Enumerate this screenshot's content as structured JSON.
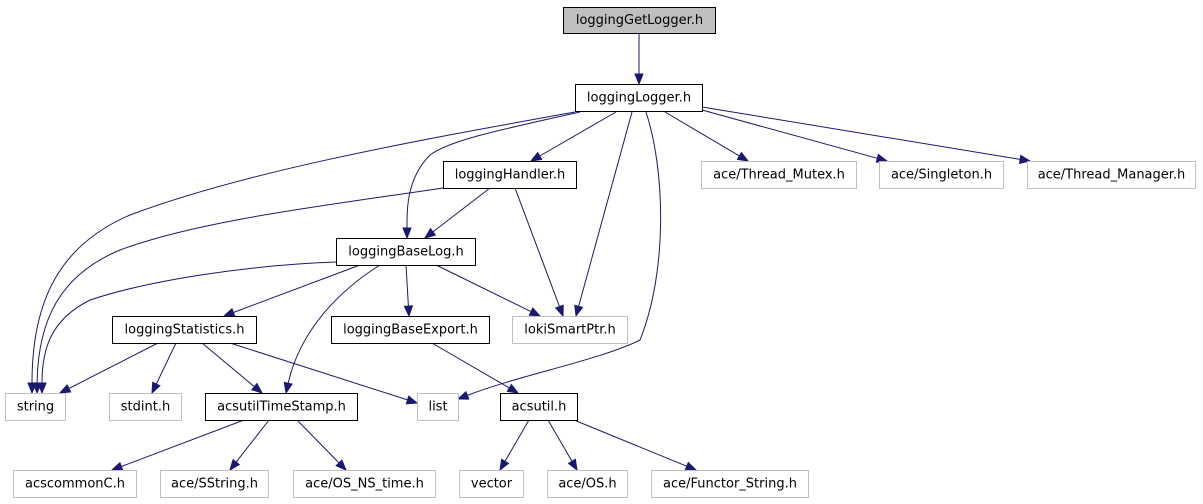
{
  "title": "loggingGetLogger.h include dependency graph",
  "colors": {
    "edge": "#191970",
    "root_fill": "#bfbfbf",
    "internal_border": "#000000",
    "external_border": "#bfbfbf"
  },
  "nodes": [
    {
      "id": "loggingGetLogger",
      "label": "loggingGetLogger.h",
      "kind": "root"
    },
    {
      "id": "loggingLogger",
      "label": "loggingLogger.h",
      "kind": "internal"
    },
    {
      "id": "loggingHandler",
      "label": "loggingHandler.h",
      "kind": "internal"
    },
    {
      "id": "aceThreadMutex",
      "label": "ace/Thread_Mutex.h",
      "kind": "external"
    },
    {
      "id": "aceSingleton",
      "label": "ace/Singleton.h",
      "kind": "external"
    },
    {
      "id": "aceThreadManager",
      "label": "ace/Thread_Manager.h",
      "kind": "external"
    },
    {
      "id": "loggingBaseLog",
      "label": "loggingBaseLog.h",
      "kind": "internal"
    },
    {
      "id": "loggingStatistics",
      "label": "loggingStatistics.h",
      "kind": "internal"
    },
    {
      "id": "loggingBaseExport",
      "label": "loggingBaseExport.h",
      "kind": "internal"
    },
    {
      "id": "lokiSmartPtr",
      "label": "lokiSmartPtr.h",
      "kind": "external"
    },
    {
      "id": "string",
      "label": "string",
      "kind": "external"
    },
    {
      "id": "stdint",
      "label": "stdint.h",
      "kind": "external"
    },
    {
      "id": "acsutilTimeStamp",
      "label": "acsutilTimeStamp.h",
      "kind": "internal"
    },
    {
      "id": "list",
      "label": "list",
      "kind": "external"
    },
    {
      "id": "acsutil",
      "label": "acsutil.h",
      "kind": "internal"
    },
    {
      "id": "acscommonC",
      "label": "acscommonC.h",
      "kind": "external"
    },
    {
      "id": "aceSString",
      "label": "ace/SString.h",
      "kind": "external"
    },
    {
      "id": "aceOSNStime",
      "label": "ace/OS_NS_time.h",
      "kind": "external"
    },
    {
      "id": "vector",
      "label": "vector",
      "kind": "external"
    },
    {
      "id": "aceOS",
      "label": "ace/OS.h",
      "kind": "external"
    },
    {
      "id": "aceFunctorString",
      "label": "ace/Functor_String.h",
      "kind": "external"
    }
  ],
  "edges": [
    {
      "from": "loggingGetLogger",
      "to": "loggingLogger"
    },
    {
      "from": "loggingLogger",
      "to": "string"
    },
    {
      "from": "loggingLogger",
      "to": "loggingHandler"
    },
    {
      "from": "loggingLogger",
      "to": "loggingBaseLog"
    },
    {
      "from": "loggingLogger",
      "to": "lokiSmartPtr"
    },
    {
      "from": "loggingLogger",
      "to": "list"
    },
    {
      "from": "loggingLogger",
      "to": "aceThreadMutex"
    },
    {
      "from": "loggingLogger",
      "to": "aceSingleton"
    },
    {
      "from": "loggingLogger",
      "to": "aceThreadManager"
    },
    {
      "from": "loggingHandler",
      "to": "string"
    },
    {
      "from": "loggingHandler",
      "to": "loggingBaseLog"
    },
    {
      "from": "loggingHandler",
      "to": "lokiSmartPtr"
    },
    {
      "from": "loggingBaseLog",
      "to": "string"
    },
    {
      "from": "loggingBaseLog",
      "to": "loggingStatistics"
    },
    {
      "from": "loggingBaseLog",
      "to": "acsutilTimeStamp"
    },
    {
      "from": "loggingBaseLog",
      "to": "loggingBaseExport"
    },
    {
      "from": "loggingBaseLog",
      "to": "lokiSmartPtr"
    },
    {
      "from": "loggingStatistics",
      "to": "string"
    },
    {
      "from": "loggingStatistics",
      "to": "stdint"
    },
    {
      "from": "loggingStatistics",
      "to": "acsutilTimeStamp"
    },
    {
      "from": "loggingStatistics",
      "to": "list"
    },
    {
      "from": "loggingBaseExport",
      "to": "acsutil"
    },
    {
      "from": "acsutilTimeStamp",
      "to": "acscommonC"
    },
    {
      "from": "acsutilTimeStamp",
      "to": "aceSString"
    },
    {
      "from": "acsutilTimeStamp",
      "to": "aceOSNStime"
    },
    {
      "from": "acsutil",
      "to": "vector"
    },
    {
      "from": "acsutil",
      "to": "aceOS"
    },
    {
      "from": "acsutil",
      "to": "aceFunctorString"
    }
  ]
}
